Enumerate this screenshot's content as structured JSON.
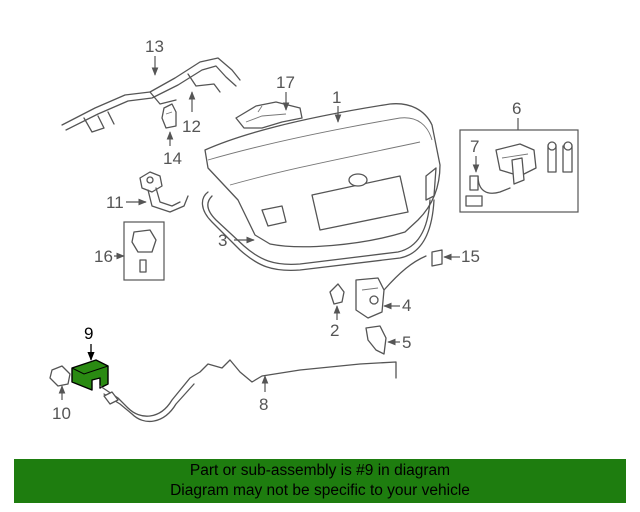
{
  "diagram": {
    "highlight_color": "#2a8a12",
    "highlighted_part": "9",
    "callouts": [
      "1",
      "2",
      "3",
      "4",
      "5",
      "6",
      "7",
      "8",
      "9",
      "10",
      "11",
      "12",
      "13",
      "14",
      "15",
      "16",
      "17"
    ]
  },
  "banner": {
    "line1": "Part or sub-assembly is #9 in diagram",
    "line2": "Diagram may not be specific to your vehicle",
    "background": "#1e7d0f"
  }
}
